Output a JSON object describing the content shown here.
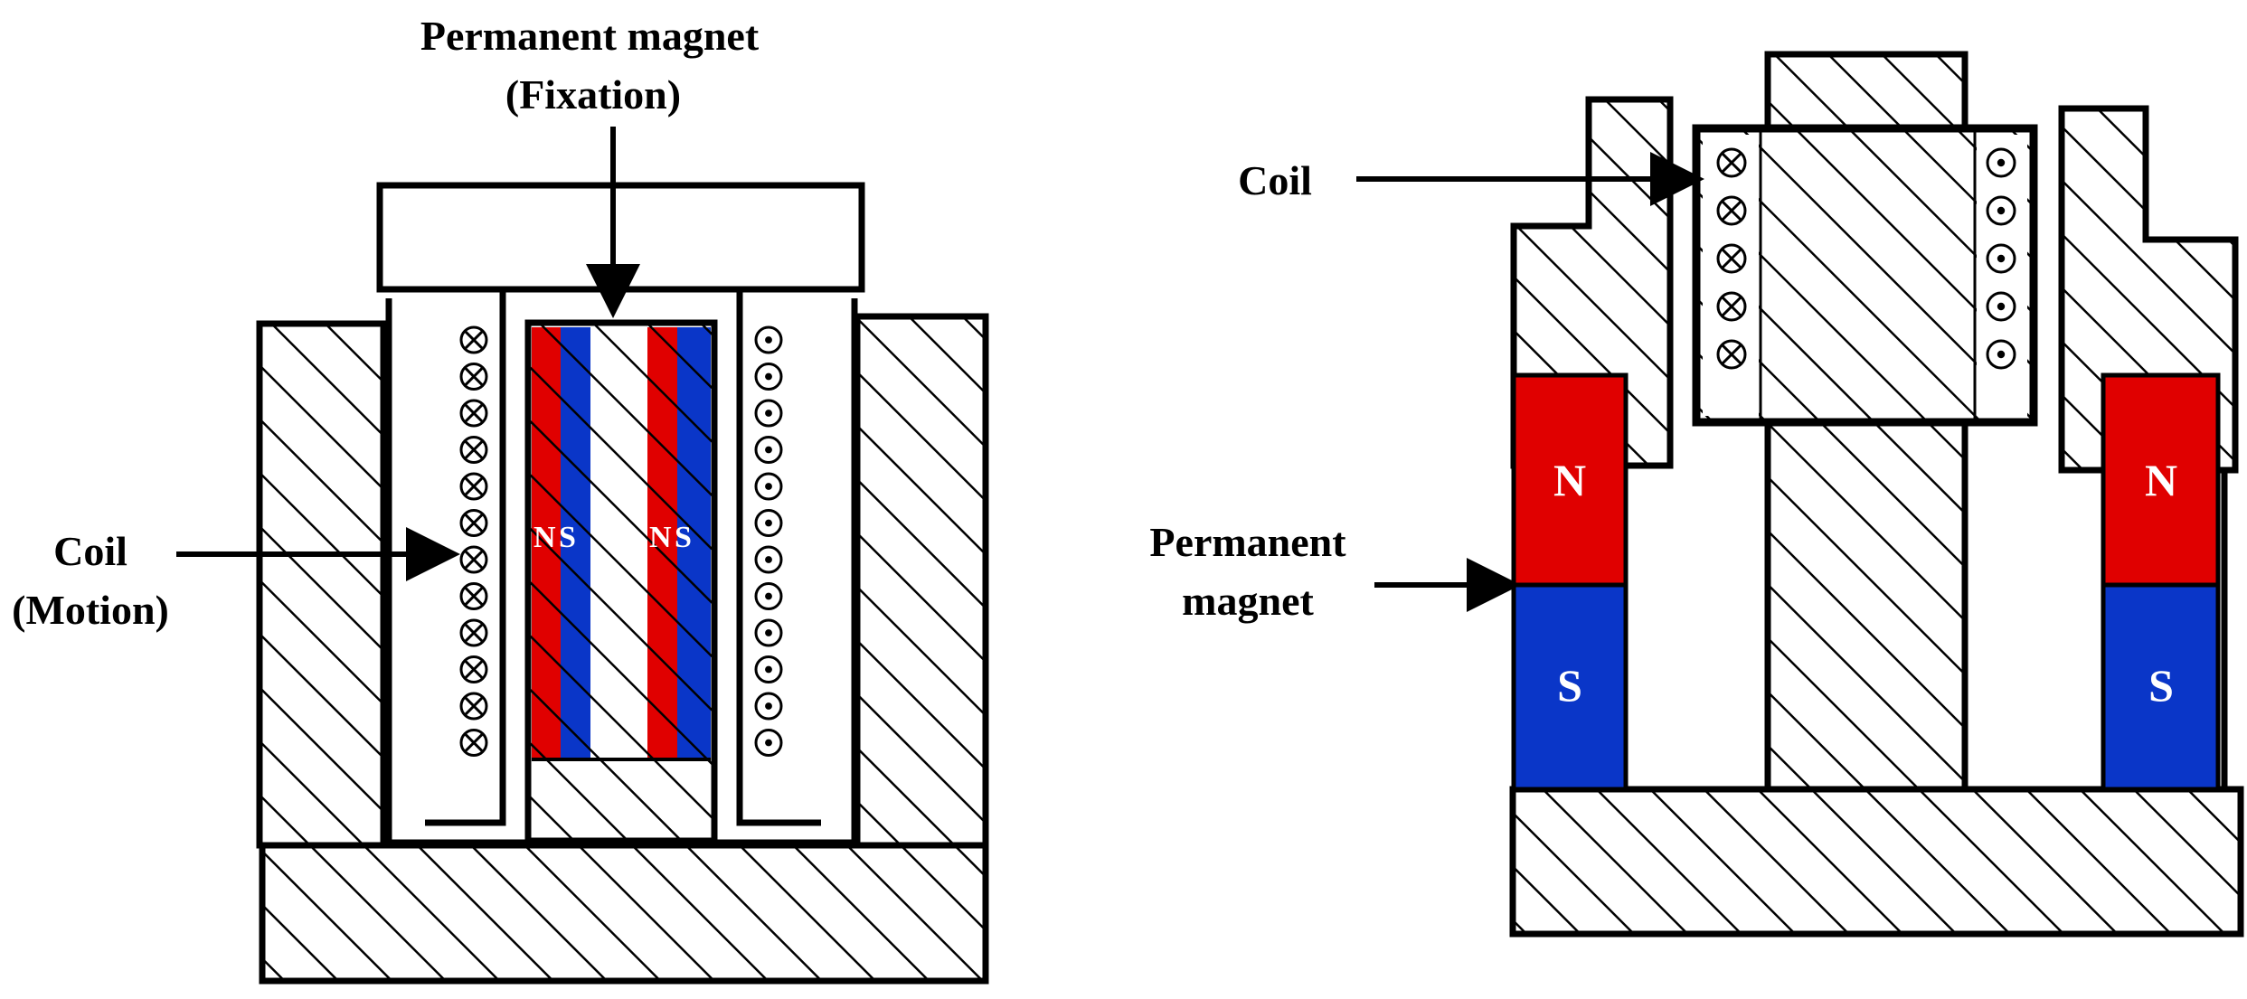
{
  "diagram_a": {
    "label_magnet_line1": "Permanent magnet",
    "label_magnet_line2": "(Fixation)",
    "label_coil_line1": "Coil",
    "label_coil_line2": "(Motion)",
    "pole_n": "N",
    "pole_s": "S",
    "coil_in_symbol": "⊗",
    "coil_out_symbol": "⊙"
  },
  "diagram_b": {
    "label_coil": "Coil",
    "label_magnet_line1": "Permanent",
    "label_magnet_line2": "magnet",
    "pole_n": "N",
    "pole_s": "S",
    "coil_in_symbol": "⊗",
    "coil_out_symbol": "⊙"
  },
  "colors": {
    "north_pole": "#e00000",
    "south_pole": "#0a36c8",
    "outline": "#000000",
    "background": "#ffffff"
  },
  "icons": {
    "coil_into_page": "circle-cross-icon",
    "coil_out_of_page": "circle-dot-icon",
    "pointer": "arrow-right-icon"
  }
}
